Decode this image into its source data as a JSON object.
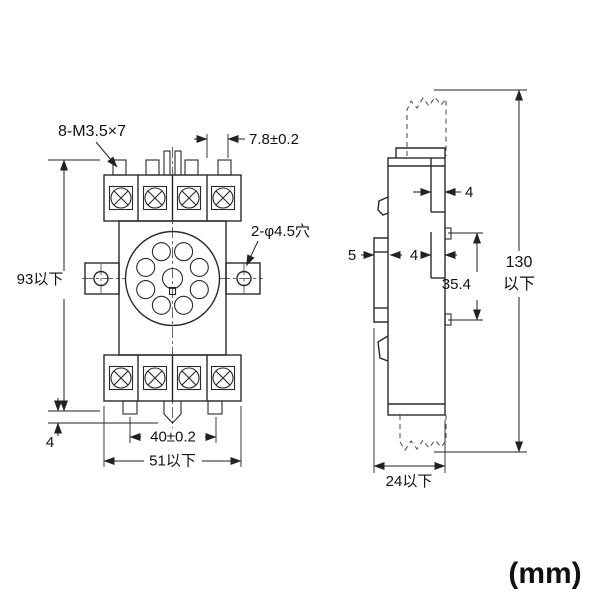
{
  "drawing": {
    "units_label": "(mm)",
    "front_view": {
      "dims": {
        "terminal_screws": "8-M3.5×7",
        "terminal_pitch": "7.8±0.2",
        "mounting_holes": "2-φ4.5穴",
        "body_height": "93以下",
        "bottom_tab_height": "4",
        "mounting_hole_pitch": "40±0.2",
        "body_width": "51以下"
      }
    },
    "side_view": {
      "dims": {
        "top_recess_depth": "4",
        "rail_groove_depth": "5",
        "mid_recess_depth": "4",
        "terminal_row_span": "35.4",
        "overall_height_value": "130",
        "overall_height_suffix": "以下",
        "overall_depth": "24以下"
      }
    }
  }
}
